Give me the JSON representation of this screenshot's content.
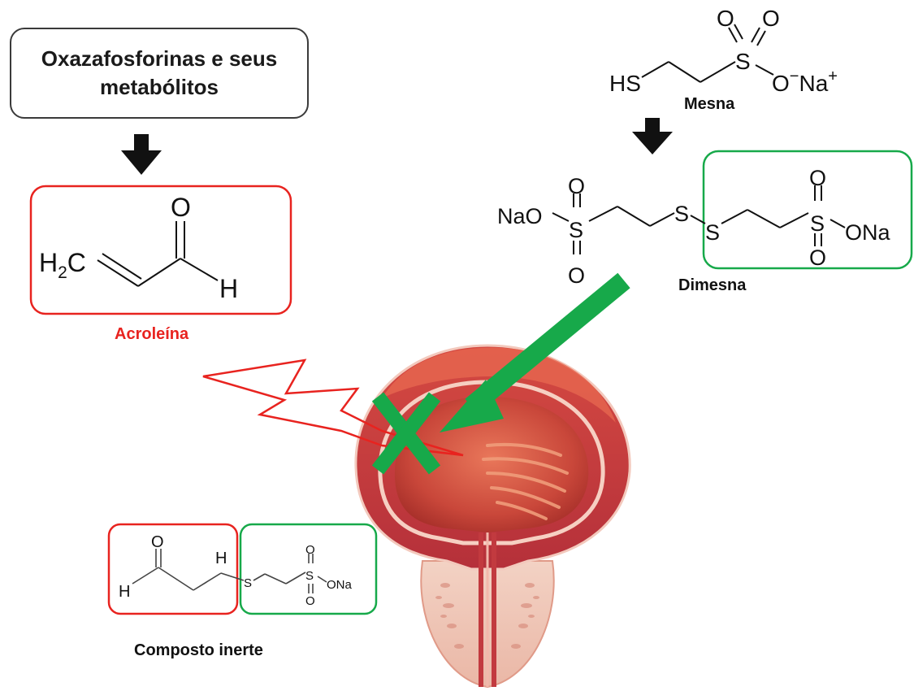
{
  "source_box": {
    "line1": "Oxazafosforinas e seus",
    "line2": "metabólitos"
  },
  "acrolein": {
    "label": "Acroleína",
    "h2c": "H",
    "h2c_sub": "2",
    "h2c_c": "C",
    "o": "O",
    "h": "H"
  },
  "mesna": {
    "label": "Mesna",
    "hs": "HS",
    "s": "S",
    "o1": "O",
    "o2": "O",
    "o3": "O",
    "minus": "−",
    "na": "Na",
    "plus": "+"
  },
  "dimesna": {
    "label": "Dimesna",
    "nao": "NaO",
    "s1": "S",
    "o_top": "O",
    "o_bot": "O",
    "ss1": "S",
    "ss2": "S",
    "s2": "S",
    "o2_top": "O",
    "o2_bot": "O",
    "ona": "ONa"
  },
  "inert": {
    "label": "Composto inerte",
    "o": "O",
    "h1": "H",
    "h2": "H",
    "s": "S",
    "s2": "S",
    "o_top": "O",
    "o_bot": "O",
    "ona": "ONa"
  },
  "colors": {
    "red": "#e8231f",
    "green": "#17a94a",
    "dark": "#111111"
  }
}
